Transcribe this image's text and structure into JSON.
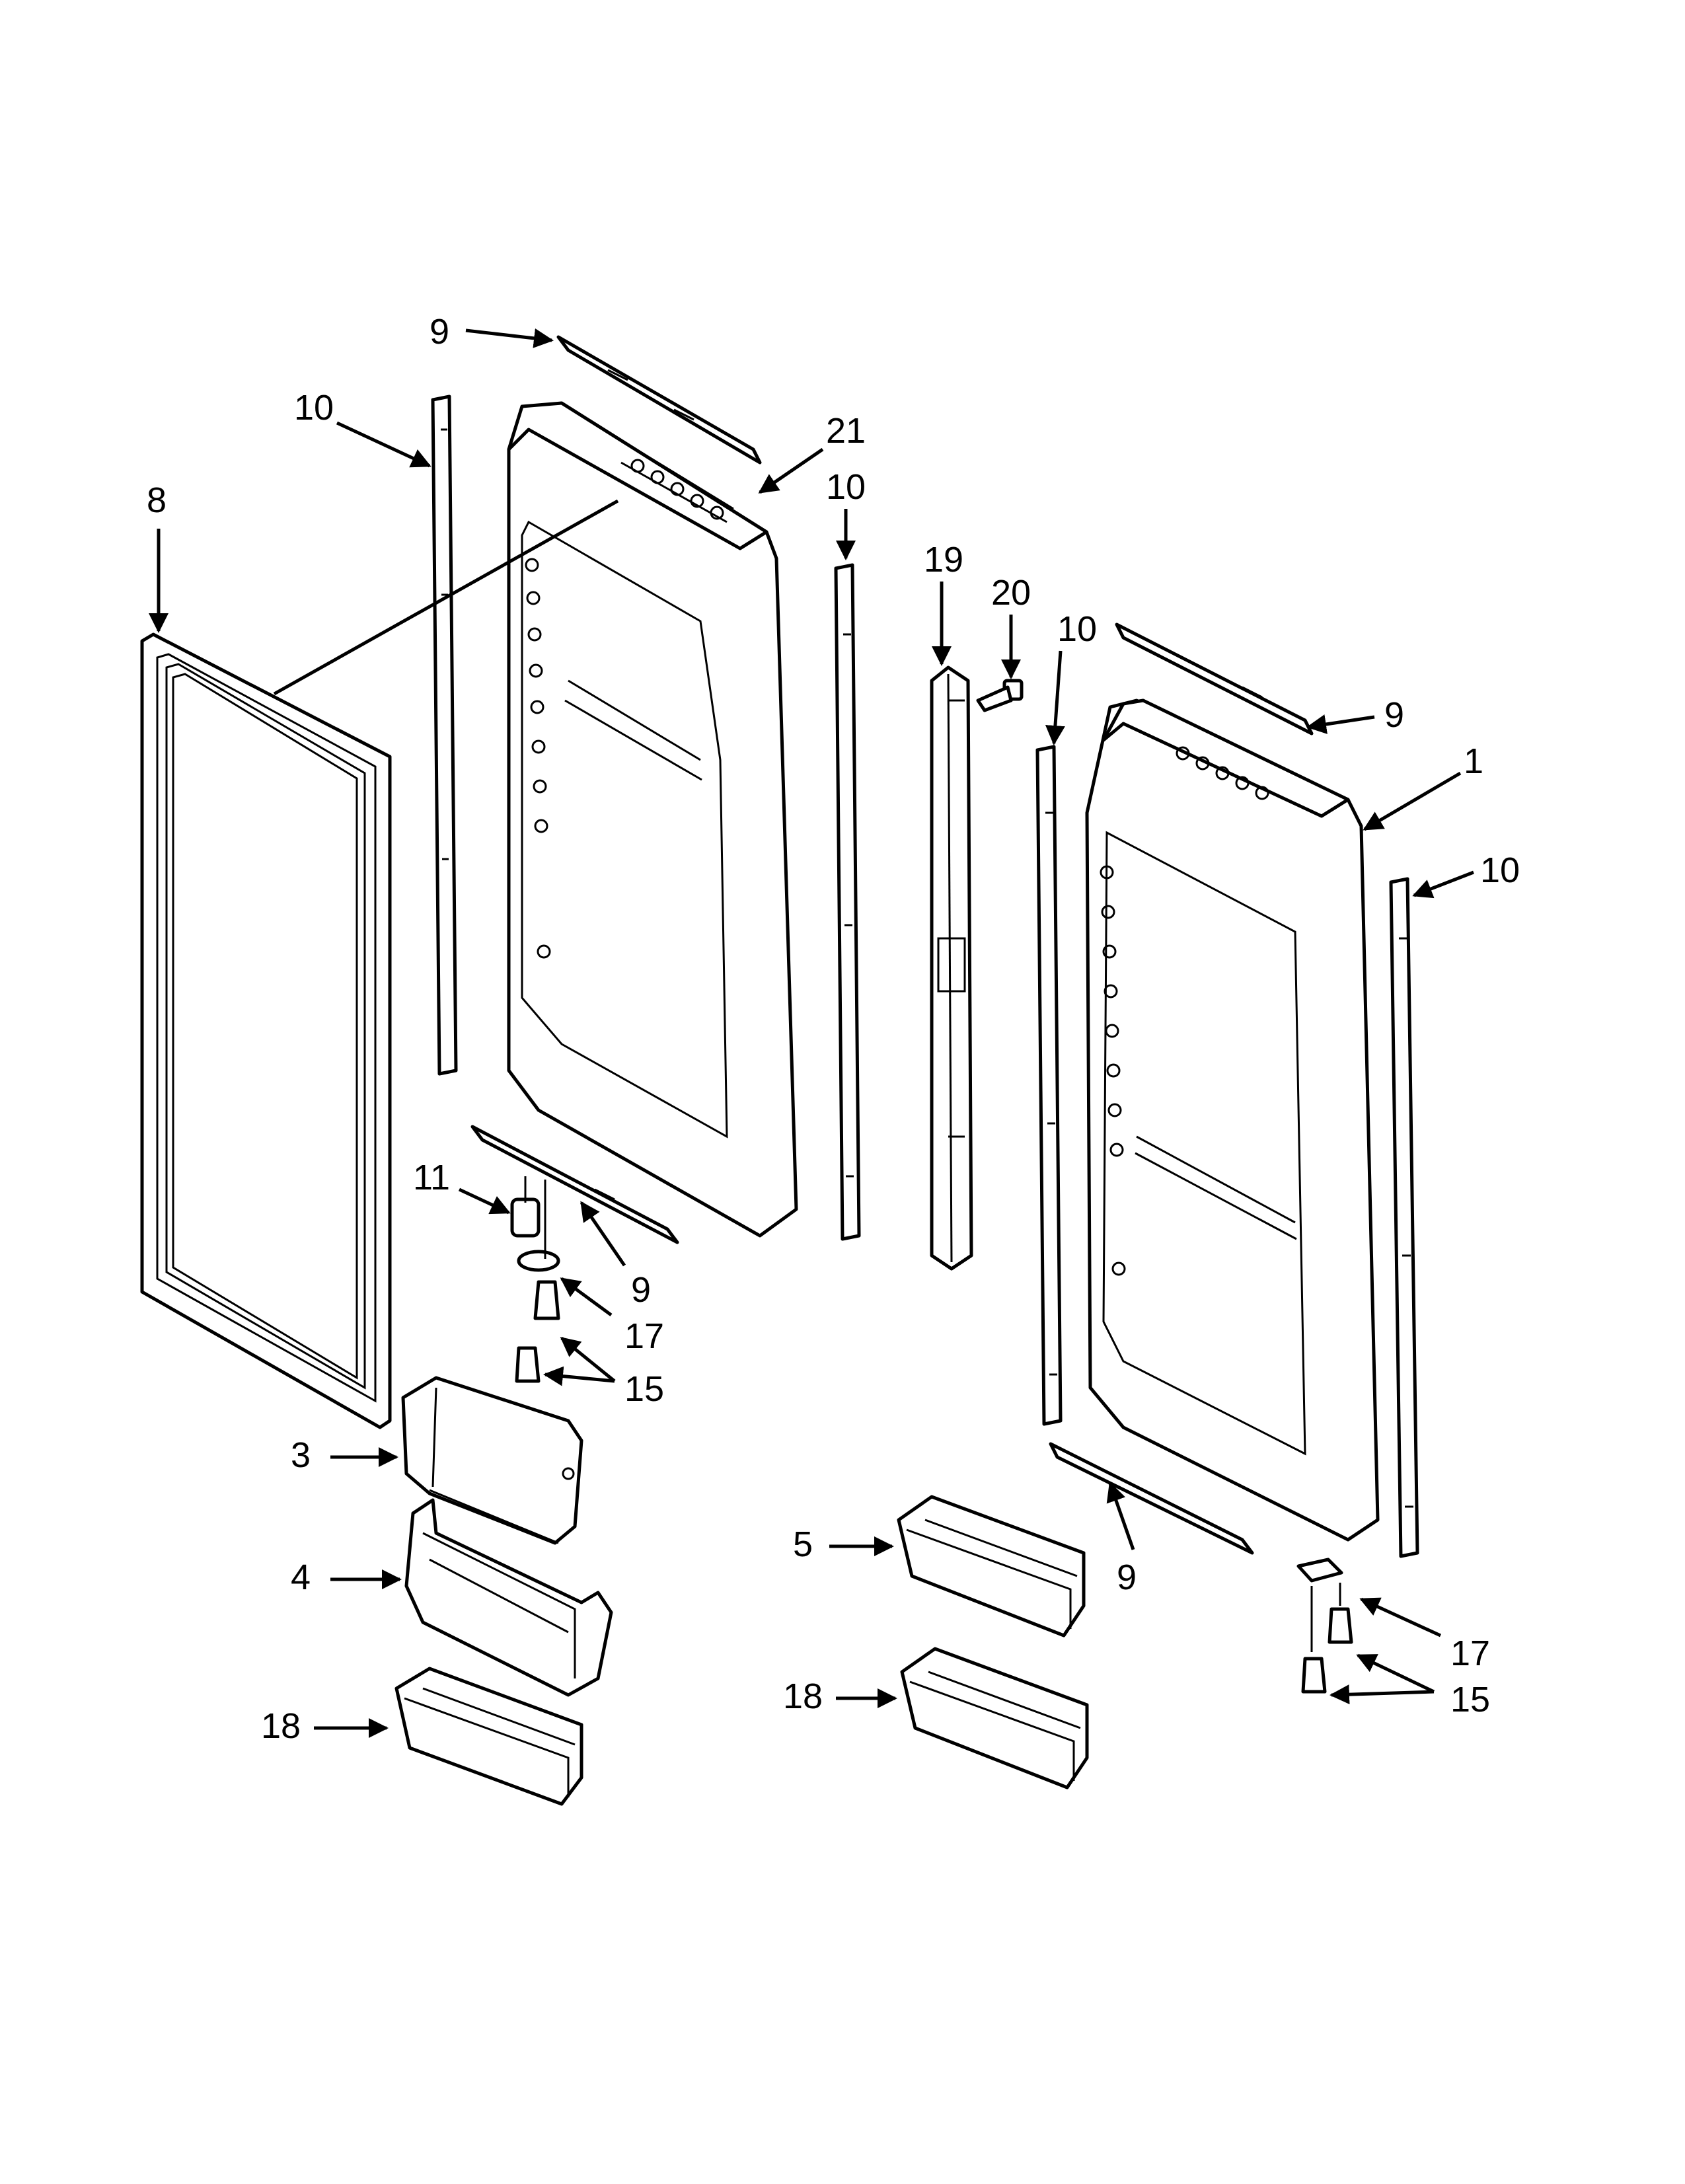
{
  "diagram": {
    "callouts": [
      {
        "id": "c9a",
        "label": "9"
      },
      {
        "id": "c10a",
        "label": "10"
      },
      {
        "id": "c8",
        "label": "8"
      },
      {
        "id": "c21",
        "label": "21"
      },
      {
        "id": "c10b",
        "label": "10"
      },
      {
        "id": "c19",
        "label": "19"
      },
      {
        "id": "c20",
        "label": "20"
      },
      {
        "id": "c10c",
        "label": "10"
      },
      {
        "id": "c9b",
        "label": "9"
      },
      {
        "id": "c1",
        "label": "1"
      },
      {
        "id": "c10d",
        "label": "10"
      },
      {
        "id": "c11",
        "label": "11"
      },
      {
        "id": "c9c",
        "label": "9"
      },
      {
        "id": "c17a",
        "label": "17"
      },
      {
        "id": "c15a",
        "label": "15"
      },
      {
        "id": "c3",
        "label": "3"
      },
      {
        "id": "c4",
        "label": "4"
      },
      {
        "id": "c18a",
        "label": "18"
      },
      {
        "id": "c5",
        "label": "5"
      },
      {
        "id": "c9d",
        "label": "9"
      },
      {
        "id": "c18b",
        "label": "18"
      },
      {
        "id": "c17b",
        "label": "17"
      },
      {
        "id": "c15b",
        "label": "15"
      }
    ]
  }
}
